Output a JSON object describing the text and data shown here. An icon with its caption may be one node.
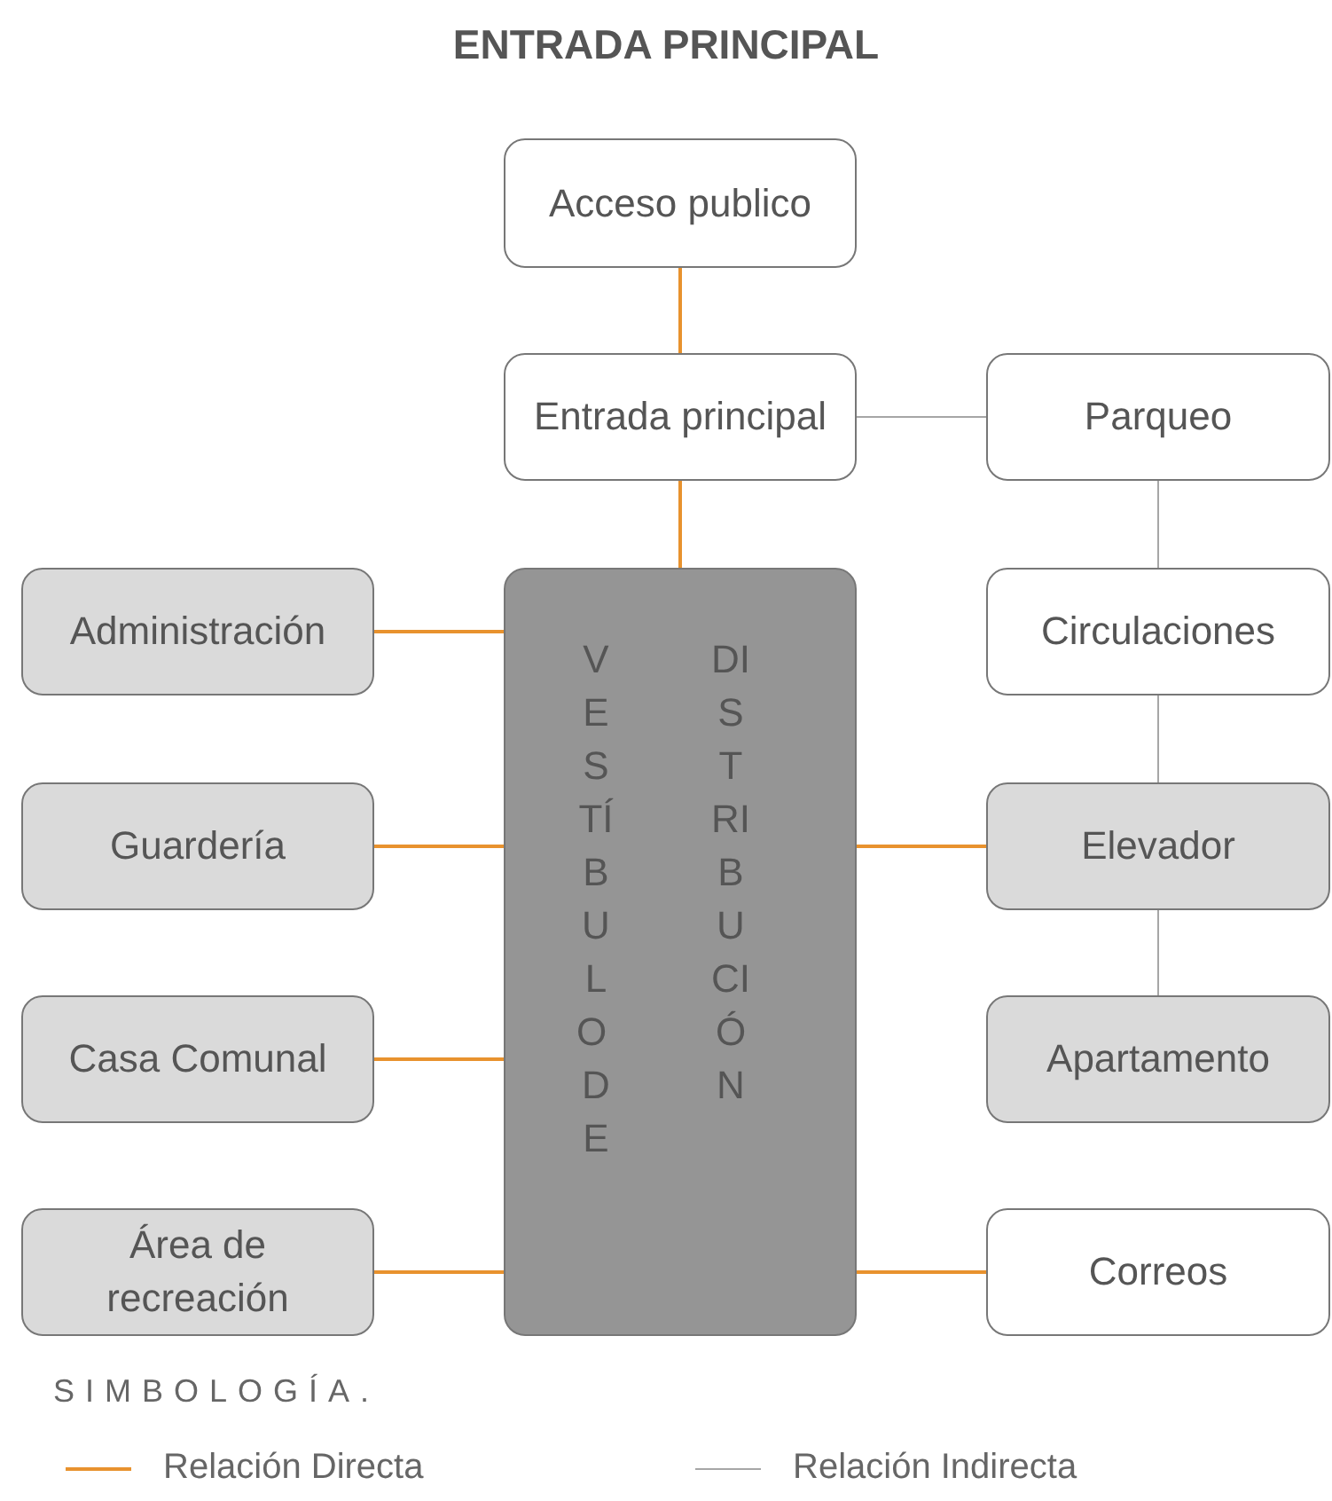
{
  "diagram": {
    "title": "ENTRADA PRINCIPAL",
    "nodes": [
      {
        "text": [
          "Acceso publico"
        ]
      },
      {
        "text": [
          "Entrada principal"
        ]
      },
      {
        "text": [
          "Parqueo"
        ]
      },
      {
        "text": [
          "Administración"
        ]
      },
      {
        "text": [
          "VESTÍBULO DE",
          "DISTRIBUCIÓN"
        ]
      },
      {
        "text": [
          "Circulaciones"
        ]
      },
      {
        "text": [
          "Guardería"
        ]
      },
      {
        "text": [
          "Elevador"
        ]
      },
      {
        "text": [
          "Casa Comunal"
        ]
      },
      {
        "text": [
          "Apartamento"
        ]
      },
      {
        "text": [
          "Área de recreación"
        ]
      },
      {
        "text": [
          "Correos"
        ]
      }
    ],
    "edges": [
      {
        "from": 0,
        "to": 1,
        "arrow": "none"
      },
      {
        "from": 1,
        "to": 2,
        "arrow": "none",
        "color": "#a6a6a6"
      },
      {
        "from": 1,
        "to": 4,
        "arrow": "none"
      },
      {
        "from": 2,
        "to": 5,
        "arrow": "none",
        "color": "#a6a6a6"
      },
      {
        "from": 3,
        "to": 4,
        "arrow": "none"
      },
      {
        "from": 5,
        "to": 7,
        "arrow": "none",
        "color": "#a6a6a6"
      },
      {
        "from": 6,
        "to": 4,
        "arrow": "none"
      },
      {
        "from": 4,
        "to": 7,
        "arrow": "none"
      },
      {
        "from": 7,
        "to": 9,
        "arrow": "none",
        "color": "#a6a6a6"
      },
      {
        "from": 8,
        "to": 4,
        "arrow": "none"
      },
      {
        "from": 10,
        "to": 4,
        "arrow": "none"
      },
      {
        "from": 4,
        "to": 11,
        "arrow": "none"
      }
    ],
    "labels": [
      "SIMBOLOGÍA."
    ],
    "legend": [
      {
        "text": "Relación Directa"
      },
      {
        "text": "Relación Indirecta"
      }
    ]
  }
}
